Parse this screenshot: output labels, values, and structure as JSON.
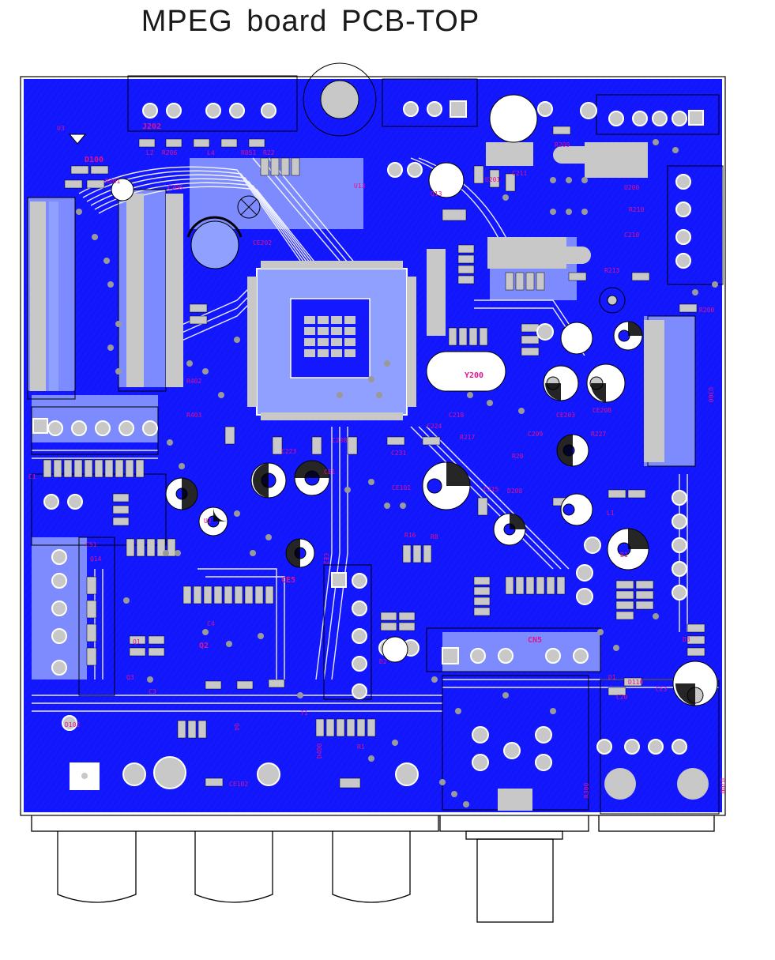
{
  "title": "MPEG board PCB-TOP",
  "colors": {
    "copper": "#1418ff",
    "trace_light": "#8fa0ff",
    "silkscreen": "#e0148c",
    "pad": "#c8c8c8",
    "outline": "#000000"
  },
  "labels": [
    "J202",
    "U3",
    "D100",
    "R201",
    "C206",
    "L2",
    "R206",
    "R051",
    "R22",
    "L4",
    "CE202",
    "U13",
    "Q13",
    "U201",
    "C211",
    "R209",
    "U200",
    "C210",
    "R213",
    "R210",
    "R200",
    "U300",
    "Y200",
    "R402",
    "R403",
    "CE203",
    "CE208",
    "C218",
    "R217",
    "R227",
    "C209",
    "R20",
    "C224",
    "C223",
    "CE1",
    "C1",
    "C231",
    "C238",
    "CE5",
    "CE101",
    "C215",
    "D208",
    "R16",
    "R8",
    "L1",
    "C4",
    "C51",
    "Q14",
    "Q2",
    "Q4",
    "Q3",
    "C3",
    "Q1",
    "CN5",
    "D110",
    "C20",
    "R300",
    "D400",
    "R1",
    "T1",
    "CE2",
    "CE102",
    "D700",
    "D102",
    "D2",
    "U2",
    "D1",
    "CE3",
    "B1",
    "D3"
  ]
}
